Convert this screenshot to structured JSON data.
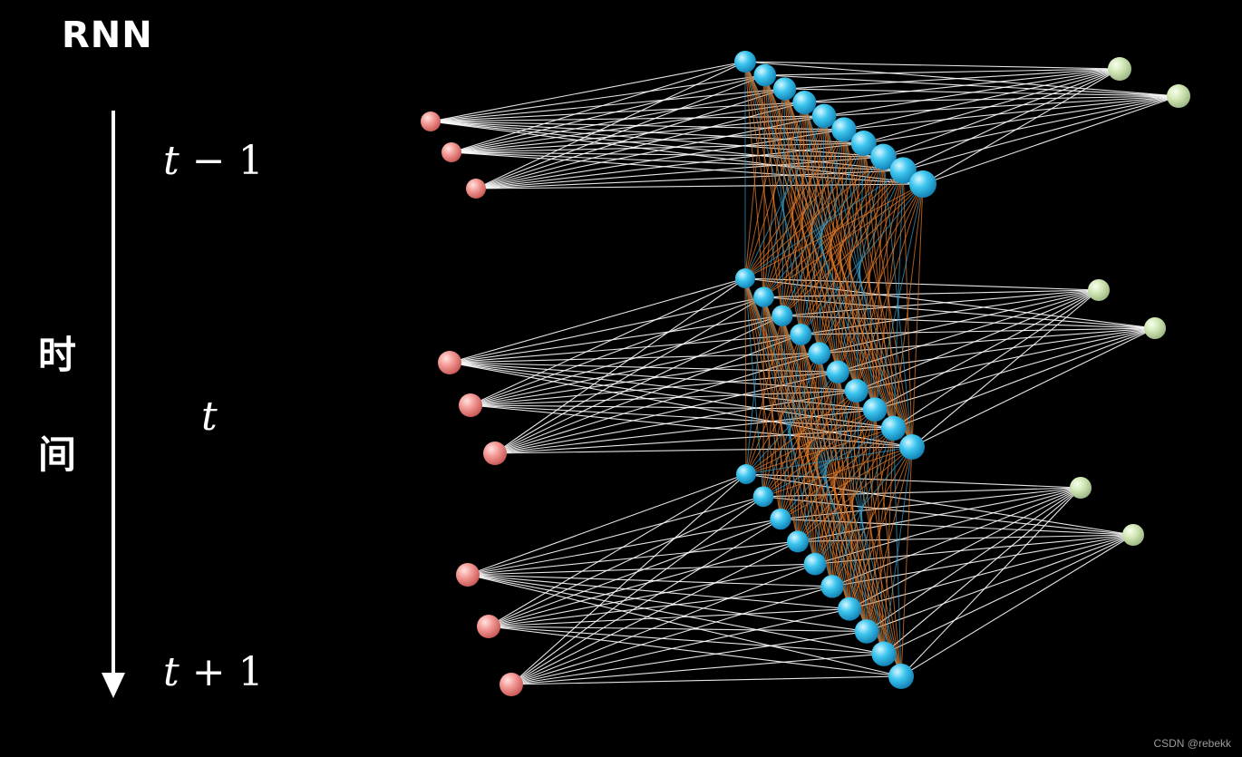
{
  "title": "RNN",
  "time_axis": {
    "chars": [
      "时",
      "间"
    ]
  },
  "time_steps": [
    {
      "var": "t",
      "op": "−",
      "num": "1"
    },
    {
      "var": "t",
      "op": "",
      "num": ""
    },
    {
      "var": "t",
      "op": "+",
      "num": "1"
    }
  ],
  "network": {
    "layers_per_step": {
      "input": 3,
      "hidden": 10,
      "output": 2
    },
    "colors": {
      "input": "#f08a8a",
      "hidden": "#3cc6ef",
      "output": "#cfe6b0",
      "feedforward_edge": "#ffffff",
      "recurrent_edge_a": "#e07a2a",
      "recurrent_edge_b": "#3a9ec9"
    }
  },
  "watermark": "CSDN @rebekk"
}
